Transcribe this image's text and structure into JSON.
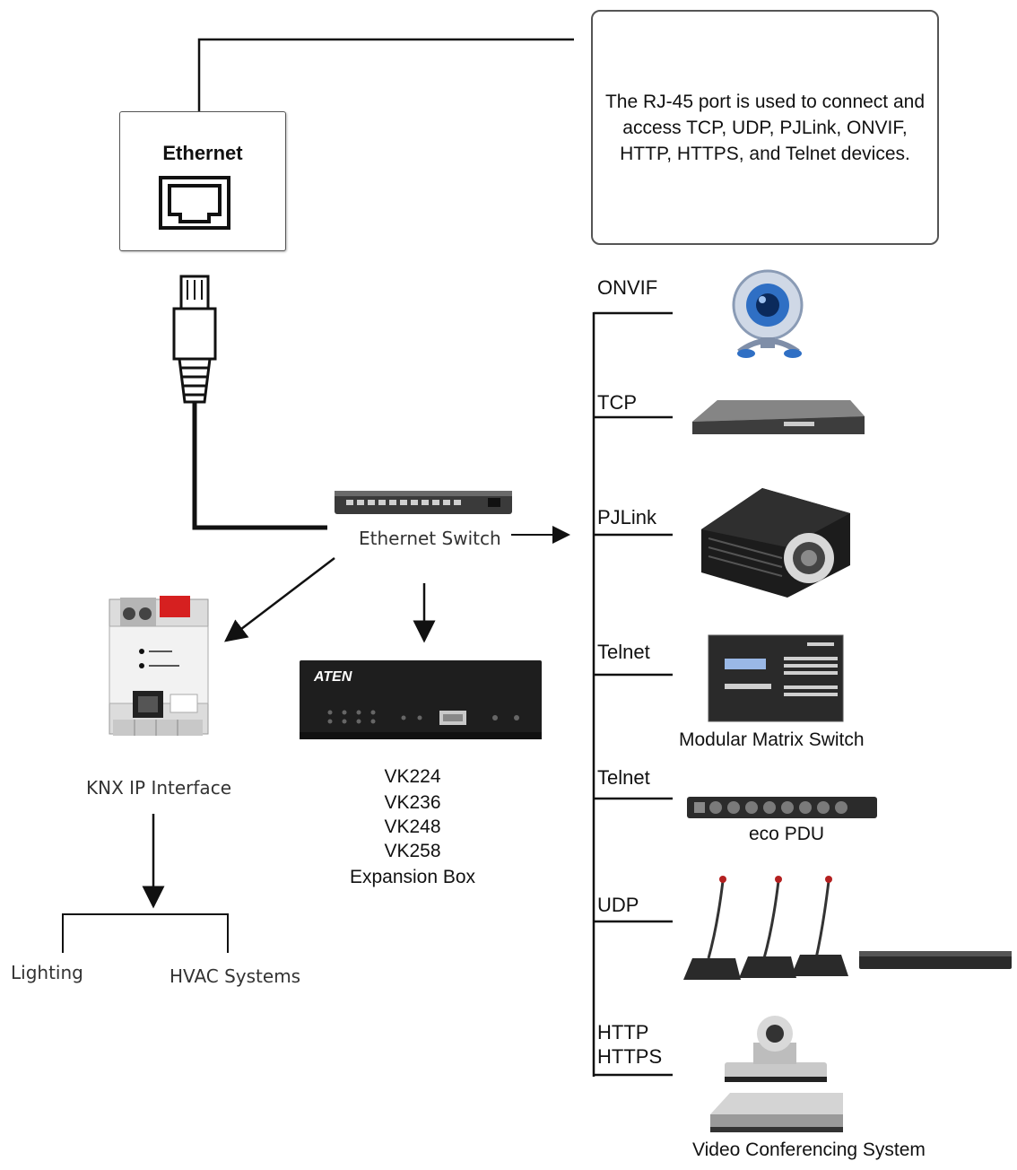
{
  "ethernet_port": {
    "title": "Ethernet"
  },
  "callout": {
    "text": "The RJ-45 port is used to connect and access TCP, UDP, PJLink, ONVIF, HTTP, HTTPS, and Telnet devices."
  },
  "switch": {
    "label": "Ethernet Switch"
  },
  "knx": {
    "label": "KNX IP Interface",
    "outputs": [
      "Lighting",
      "HVAC Systems"
    ]
  },
  "expansion": {
    "models": [
      "VK224",
      "VK236",
      "VK248",
      "VK258"
    ],
    "label": "Expansion Box",
    "brand": "ATEN"
  },
  "devices": [
    {
      "protocol": "ONVIF",
      "caption": ""
    },
    {
      "protocol": "TCP",
      "caption": ""
    },
    {
      "protocol": "PJLink",
      "caption": ""
    },
    {
      "protocol": "Telnet",
      "caption": "Modular Matrix Switch"
    },
    {
      "protocol": "Telnet",
      "caption": "eco PDU"
    },
    {
      "protocol": "UDP",
      "caption": ""
    },
    {
      "protocol": "HTTP",
      "protocol2": "HTTPS",
      "caption": "Video Conferencing System"
    }
  ],
  "icons": [
    "rj45-port-icon",
    "rj45-plug-icon",
    "ip-camera-icon",
    "network-box-icon",
    "projector-icon",
    "matrix-switch-icon",
    "pdu-icon",
    "conference-mic-icon",
    "ptz-camera-icon",
    "codec-icon",
    "knx-module-icon",
    "expansion-box-icon",
    "ethernet-switch-icon"
  ],
  "colors": {
    "line": "#111111",
    "device_dark": "#1e1e1e",
    "knx_red": "#d62020"
  }
}
